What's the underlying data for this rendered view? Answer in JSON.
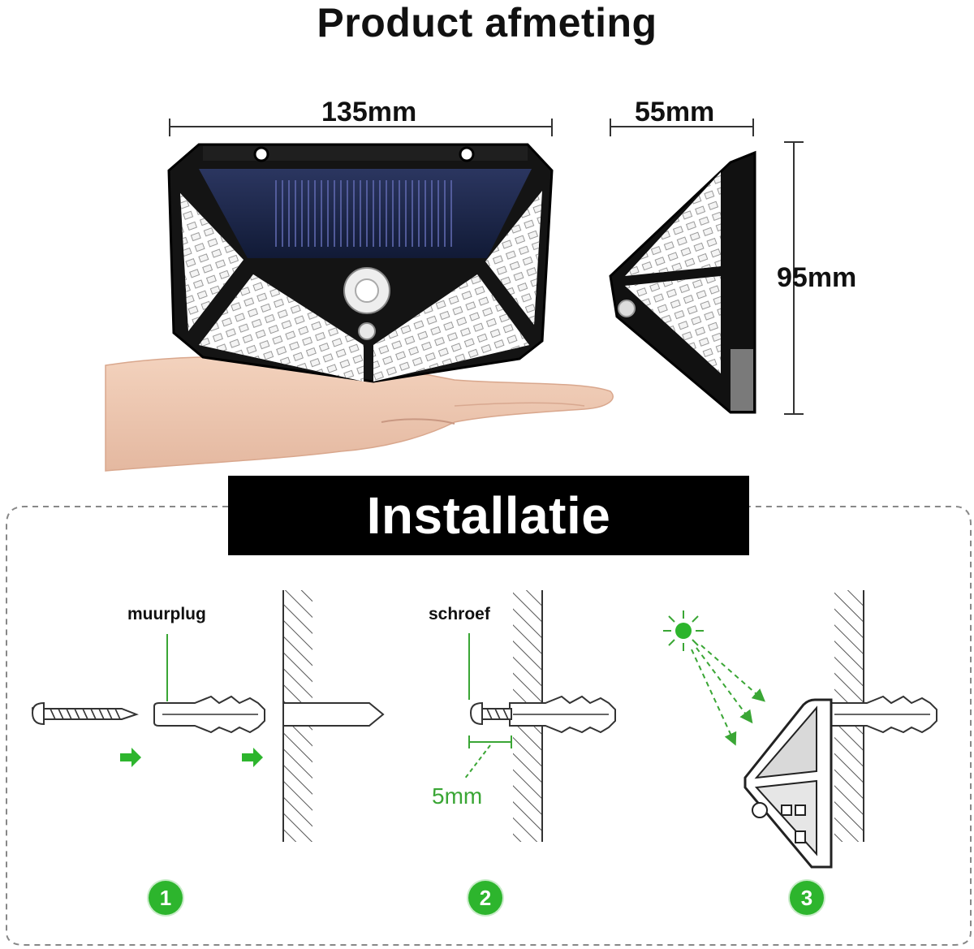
{
  "title": "Product afmeting",
  "dimensions": {
    "width": "135mm",
    "depth": "55mm",
    "height": "95mm"
  },
  "installation": {
    "heading": "Installatie",
    "labels": {
      "plug": "muurplug",
      "screw": "schroef",
      "gap": "5mm"
    },
    "steps": [
      "1",
      "2",
      "3"
    ]
  },
  "colors": {
    "accent_green": "#2db52d",
    "banner_bg": "#000000"
  }
}
